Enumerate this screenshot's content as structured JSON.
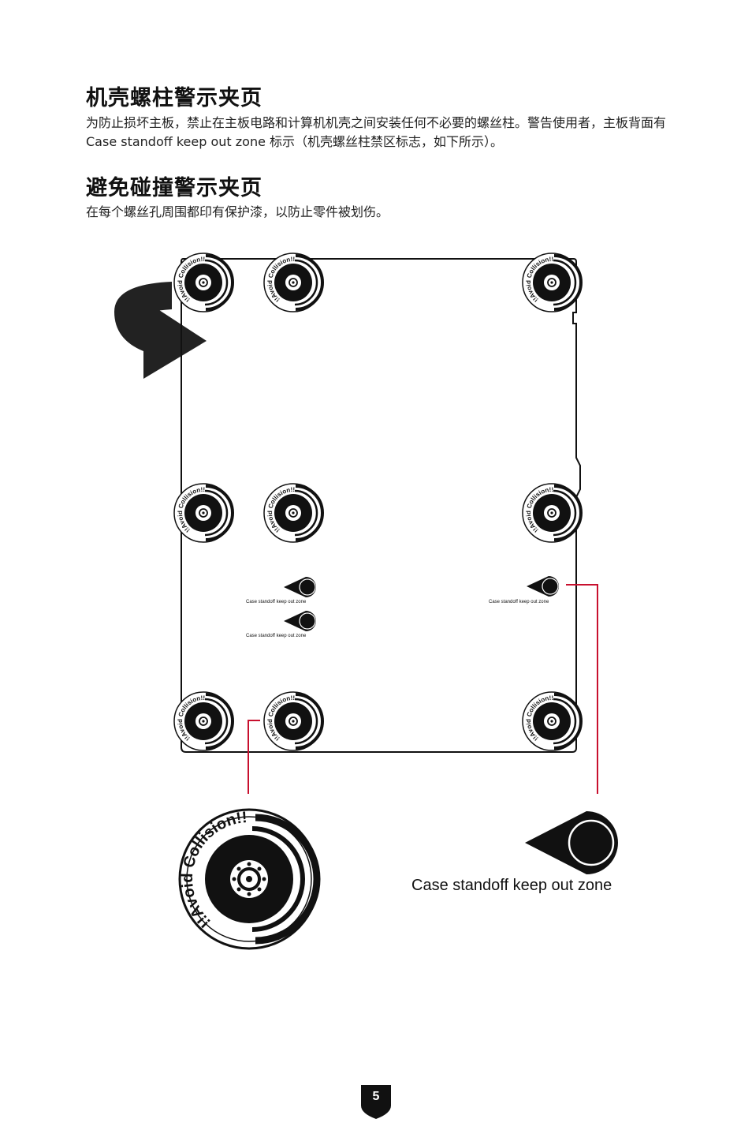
{
  "section1": {
    "title": "机壳螺柱警示夹页",
    "body": "为防止损坏主板，禁止在主板电路和计算机机壳之间安装任何不必要的螺丝柱。警告使用者，主板背面有 Case standoff keep out zone 标示（机壳螺丝柱禁区标志，如下所示）。"
  },
  "section2": {
    "title": "避免碰撞警示夹页",
    "body": "在每个螺丝孔周围都印有保护漆，以防止零件被划伤。"
  },
  "diagram": {
    "mark_text": "!!Avoid Collision!!",
    "keepout_label": "Case standoff keep out zone",
    "legend_label": "Case standoff keep out zone",
    "accent_color": "#c8102e"
  },
  "page_number": "5"
}
